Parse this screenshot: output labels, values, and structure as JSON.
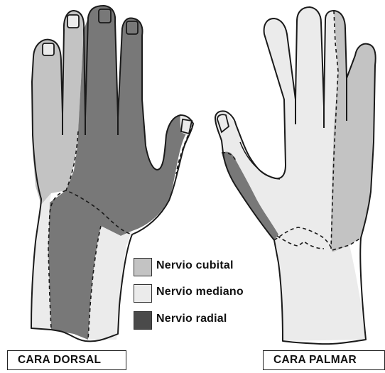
{
  "colors": {
    "outline": "#1a1a1a",
    "cubital": "#c3c3c3",
    "mediano": "#ebebeb",
    "radial": "#787878",
    "radial_swatch": "#4a4a4a",
    "background": "#ffffff"
  },
  "legend": {
    "items": [
      {
        "label": "Nervio cubital",
        "color": "#c3c3c3"
      },
      {
        "label": "Nervio mediano",
        "color": "#ebebeb"
      },
      {
        "label": "Nervio radial",
        "color": "#4a4a4a"
      }
    ]
  },
  "captions": {
    "dorsal": "CARA DORSAL",
    "palmar": "CARA PALMAR"
  }
}
